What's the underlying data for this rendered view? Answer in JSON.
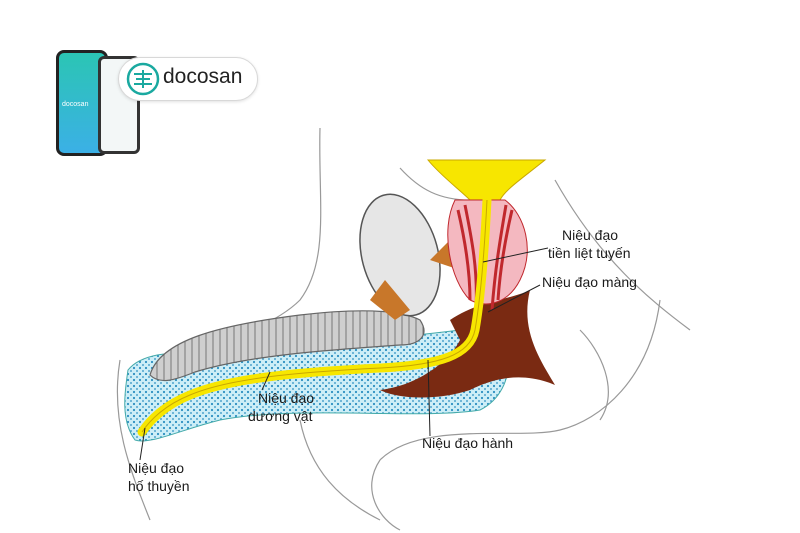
{
  "logo": {
    "brand": "docosan",
    "phone_text": "docosan",
    "accent": "#1aa9a0"
  },
  "diagram": {
    "labels": {
      "prostatic_1": "Niệu đạo",
      "prostatic_2": "tiền liệt tuyến",
      "membranous": "Niệu đạo màng",
      "penile_1": "Niệu đạo",
      "penile_2": "dương vật",
      "bulbous": "Niệu đạo hành",
      "navicular_1": "Niệu đạo",
      "navicular_2": "hố thuyền"
    },
    "colors": {
      "urethra": "#f7e600",
      "spongy": "#bfe6f2",
      "cavernosum": "#c9c9c9",
      "prostate": "#f4b8c0",
      "muscle": "#c0282d",
      "bone": "#7a2a12"
    }
  }
}
